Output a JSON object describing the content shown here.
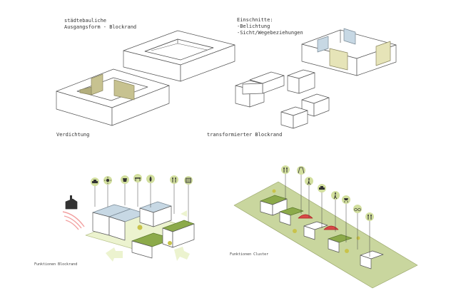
{
  "labels": {
    "form_line1": "städtebauliche",
    "form_line2": "Ausgangsform - Blockrand",
    "cut_line1": "Einschnitte:",
    "cut_line2": "-Belichtung",
    "cut_line3": "-Sicht/Wegebeziehungen",
    "densification": "Verdichtung",
    "transformed": "transformierter Blockrand",
    "functions_block": "Funktionen Blockrand",
    "functions_cluster": "Funktionen Cluster"
  },
  "icons_block": [
    "car-icon",
    "sun-icon",
    "cafe-icon",
    "bench-icon",
    "water-drop-icon",
    "bottle-icon",
    "family-icon",
    "shop-icon"
  ],
  "icons_cluster": [
    "people-icon",
    "playground-icon",
    "walking-icon",
    "car-icon",
    "walking-icon",
    "stroller-icon",
    "bicycle-icon",
    "people-icon"
  ],
  "colors": {
    "line": "#555555",
    "olive": "#c7c290",
    "green_roof": "#8caa4a",
    "grass": "#c9d69e",
    "glass": "#c7d8e4",
    "icon_bg": "#d2df9e",
    "arrow": "#ecf3cf",
    "noise": "#f2a0a0"
  }
}
